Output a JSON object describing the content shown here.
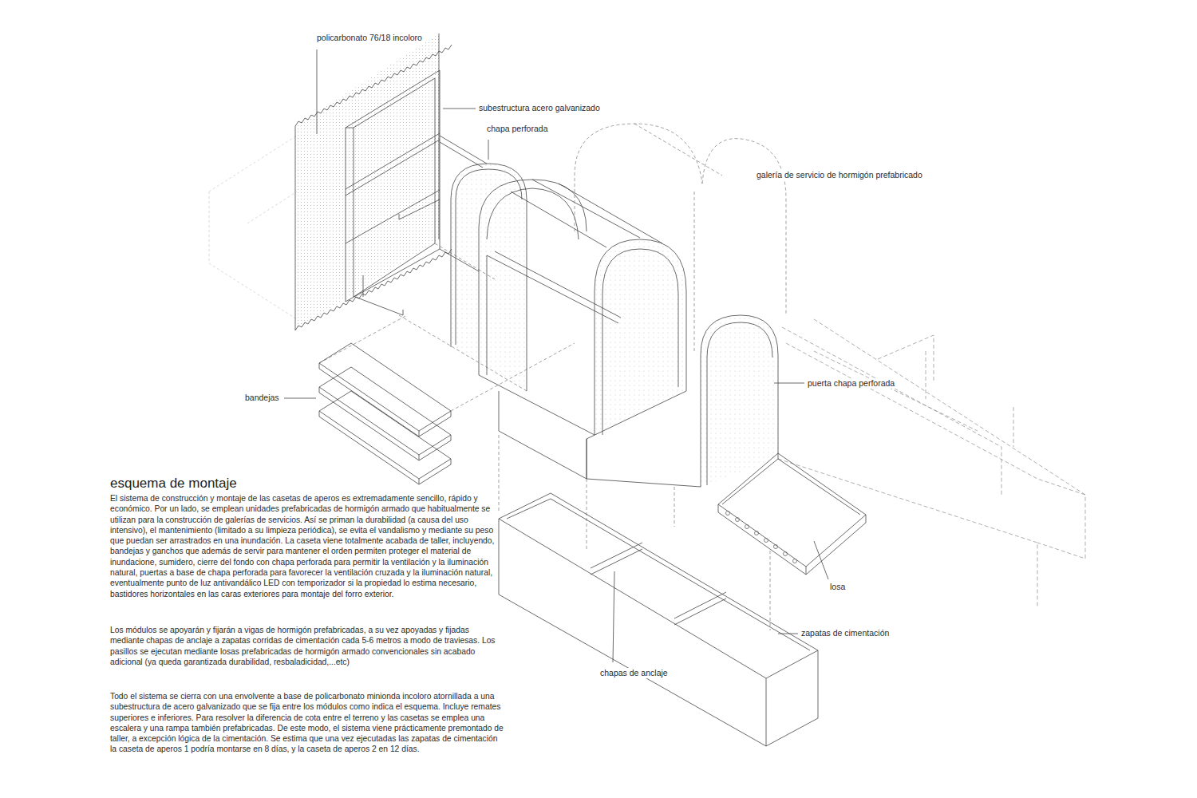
{
  "diagram": {
    "title": "esquema de montaje",
    "labels": [
      "policarbonato 76/18 incoloro",
      "subestructura acero galvanizado",
      "chapa perforada",
      "galería de servicio de hormigón prefabricado",
      "puerta chapa perforada",
      "bandejas",
      "losa",
      "zapatas de cimentación",
      "chapas de anclaje",
      "El sistema de construcción y montaje de las casetas de aperos es extremadamente sencillo, rápido y económico. Por un lado, se emplean unidades prefabricadas de hormigón armado que habitualmente se utilizan para la construcción de galerías de servicios. Así se priman la durabilidad (a causa del uso intensivo), el mantenimiento (limitado a su limpieza periódica), se evita el vandalismo y mediante su peso que puedan ser arrastrados en una inundación. La caseta viene totalmente acabada de taller, incluyendo, bandejas y ganchos que además de servir para mantener el orden permiten proteger el material de inundacione, sumidero, cierre del fondo con chapa perforada para permitir la ventilación y la iluminación natural, puertas a base de chapa perforada para favorecer la ventilación cruzada y la iluminación natural, eventualmente punto de luz antivandálico LED con temporizador si la propiedad lo estima necesario, bastidores horizontales en las caras exteriores para montaje del forro exterior.",
      "Los módulos se apoyarán y fijarán a vigas de hormigón prefabricadas, a su vez apoyadas y fijadas mediante chapas de anclaje a zapatas corridas de cimentación cada 5-6 metros a modo de traviesas. Los pasillos se ejecutan mediante losas prefabricadas de hormigón armado convencionales sin acabado adicional (ya queda garantizada durabilidad, resbaladicidad,...etc)",
      "Todo el sistema se cierra con una envolvente a base de policarbonato minionda incoloro atornillada a una subestructura de acero galvanizado que se fija entre los módulos como indica el esquema. Incluye remates superiores e inferiores. Para resolver la diferencia de cota entre el terreno y las casetas se emplea una escalera y una rampa también prefabricadas. De este modo, el sistema viene prácticamente premontado de taller, a excepción lógica de la cimentación. Se estima que una vez ejecutadas las zapatas de cimentación la caseta de aperos 1 podría montarse en 8 días, y la caseta de aperos 2 en 12 días."
    ]
  }
}
